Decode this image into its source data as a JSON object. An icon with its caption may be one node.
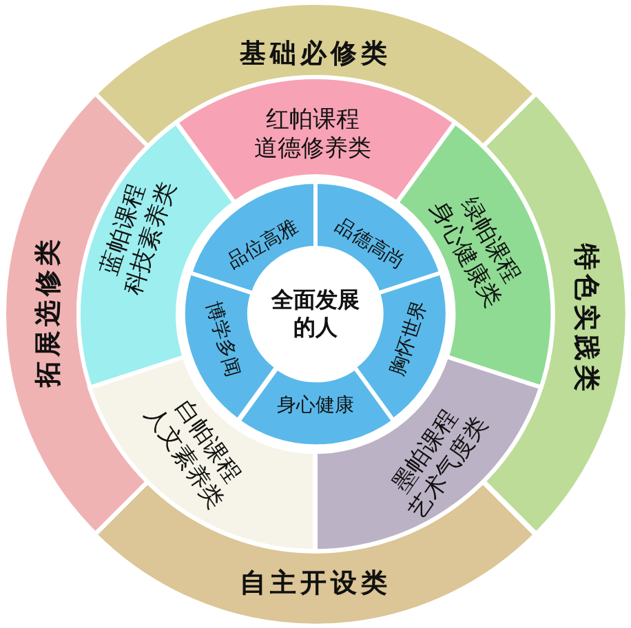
{
  "diagram": {
    "nodes": [
      {
        "text": [
          "基础必修类"
        ]
      },
      {
        "text": [
          "特色实践类"
        ]
      },
      {
        "text": [
          "自主开设类"
        ]
      },
      {
        "text": [
          "拓展选修类"
        ]
      },
      {
        "text": [
          "红帕课程",
          "道德修养类"
        ]
      },
      {
        "text": [
          "绿帕课程",
          "身心健康类"
        ]
      },
      {
        "text": [
          "墨帕课程",
          "艺术气度类"
        ]
      },
      {
        "text": [
          "白帕课程",
          "人文素养类"
        ]
      },
      {
        "text": [
          "蓝帕课程",
          "科技素养类"
        ]
      },
      {
        "text": [
          "品位高雅"
        ]
      },
      {
        "text": [
          "品德高尚"
        ]
      },
      {
        "text": [
          "胸怀世界"
        ]
      },
      {
        "text": [
          "身心健康"
        ]
      },
      {
        "text": [
          "博学多闻"
        ]
      },
      {
        "text": [
          "全面发展的人"
        ]
      }
    ]
  }
}
